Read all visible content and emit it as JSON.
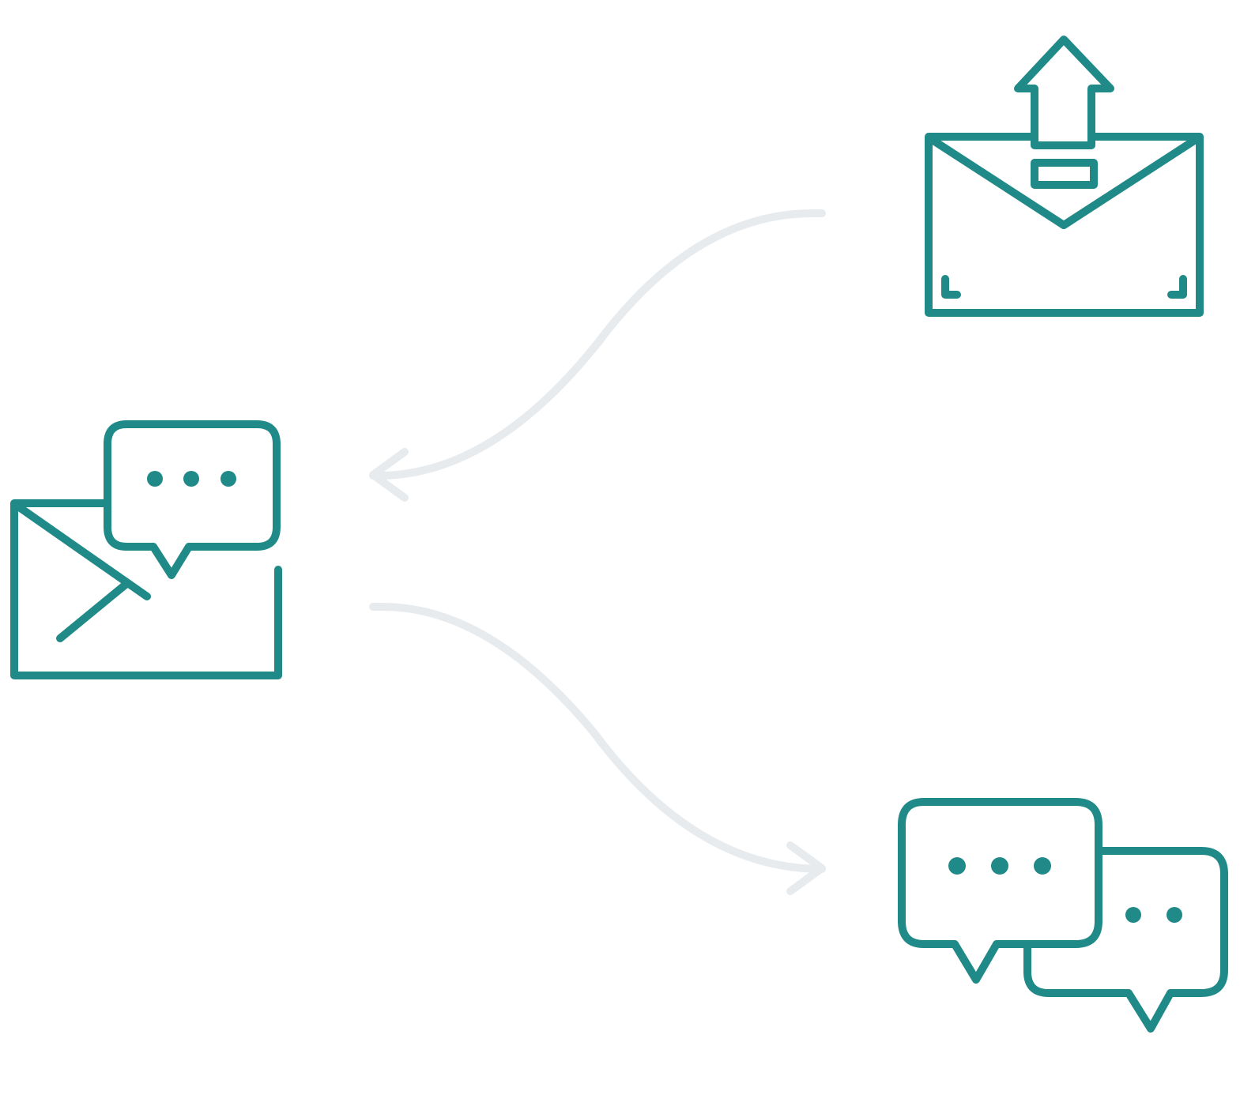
{
  "colors": {
    "icon": "#208A88",
    "connector": "#E8EBEE",
    "background": "#FFFFFF"
  },
  "nodes": [
    {
      "id": "sent-mail",
      "icon": "envelope-with-upload-arrow-icon"
    },
    {
      "id": "mail-message",
      "icon": "envelope-with-chat-bubble-icon"
    },
    {
      "id": "chat",
      "icon": "two-chat-bubbles-icon"
    }
  ],
  "edges": [
    {
      "from": "sent-mail",
      "to": "mail-message",
      "style": "curved-arrow"
    },
    {
      "from": "mail-message",
      "to": "chat",
      "style": "curved-arrow"
    }
  ]
}
